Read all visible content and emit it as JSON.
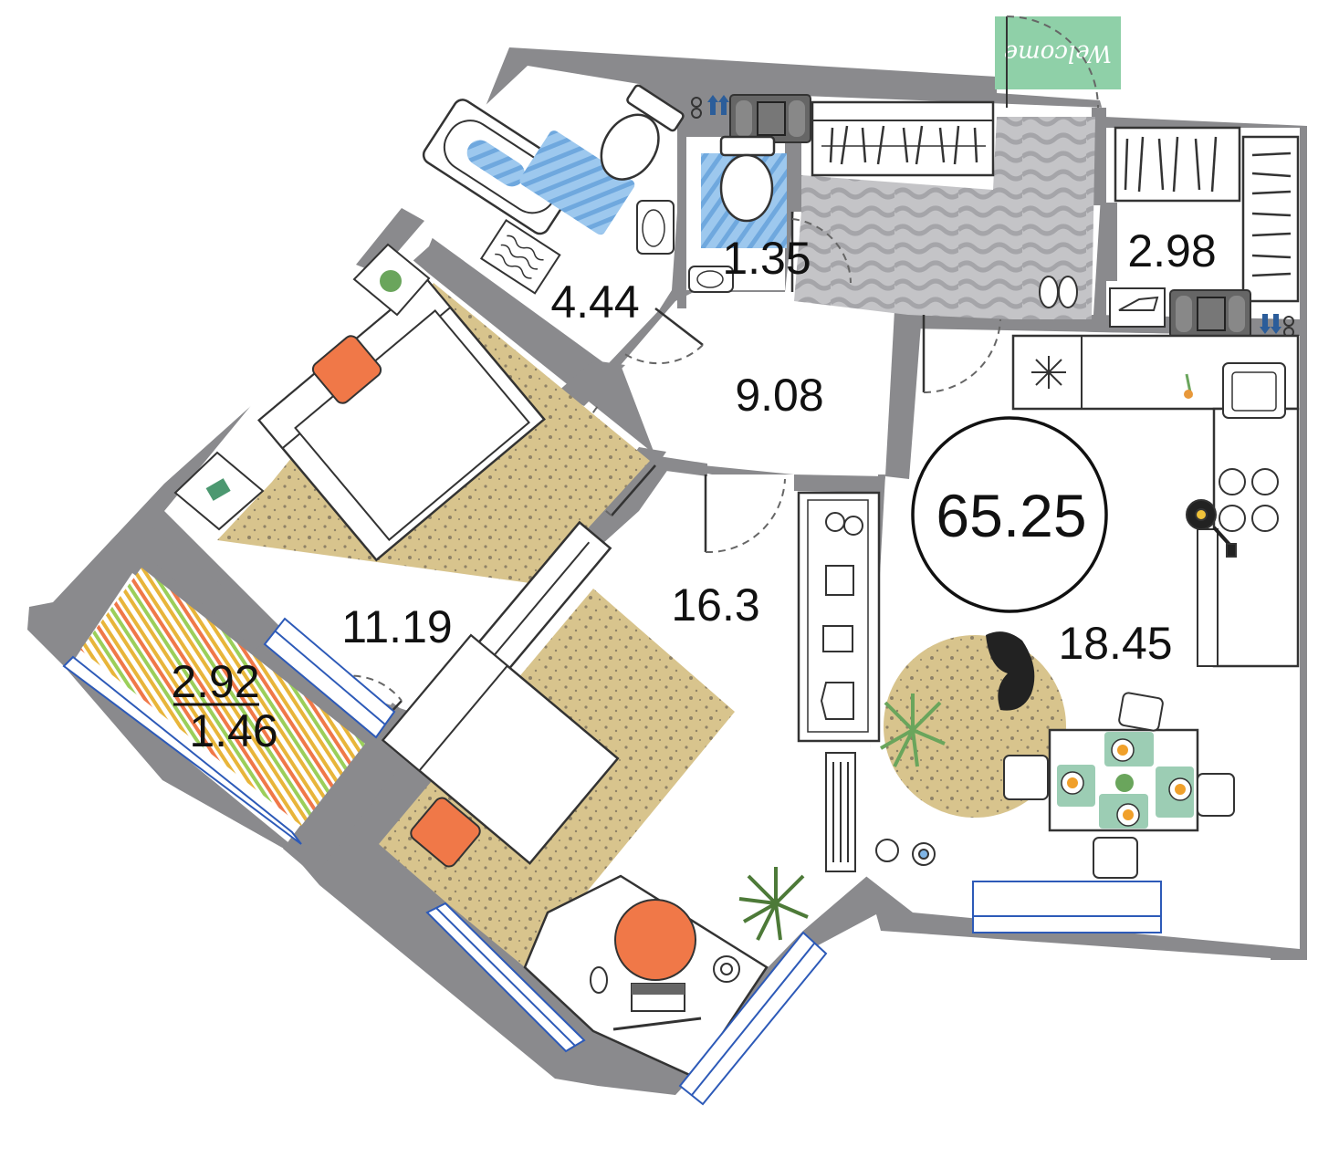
{
  "floorplan": {
    "total_area": "65.25",
    "rooms": [
      {
        "id": "bathroom",
        "area": "4.44"
      },
      {
        "id": "toilet",
        "area": "1.35"
      },
      {
        "id": "storage",
        "area": "2.98"
      },
      {
        "id": "hallway",
        "area": "9.08"
      },
      {
        "id": "bedroom",
        "area": "11.19"
      },
      {
        "id": "living-room",
        "area": "16.3"
      },
      {
        "id": "kitchen",
        "area": "18.45"
      },
      {
        "id": "balcony",
        "area": "2.92",
        "reduced_area": "1.46"
      }
    ],
    "doormat_text": "Welcome"
  },
  "colors": {
    "wall": "#8a8a8d",
    "rug": "#d8c48d",
    "rug_dots": "#8f8266",
    "mat_blue": "#7fb5e6",
    "hall_tile": "#b9b9bd",
    "doormat": "#8fd0a8",
    "pillow": "#f07848",
    "window": "#2d5ab8",
    "balcony_stripe_a": "#e8b53a",
    "balcony_stripe_b": "#9bcf5a",
    "balcony_stripe_c": "#f07848",
    "plate_mat": "#9ccdb4"
  }
}
